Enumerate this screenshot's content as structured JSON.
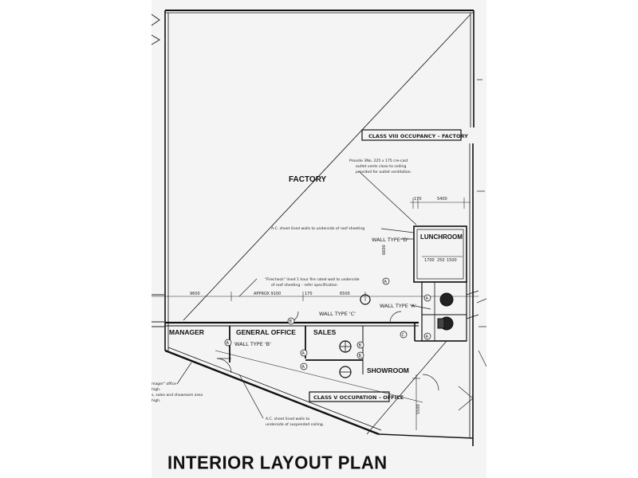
{
  "rooms": {
    "factory": "FACTORY",
    "lunchroom": "LUNCHROOM",
    "manager": "MANAGER",
    "general_office": "GENERAL OFFICE",
    "sales": "SALES",
    "showroom": "SHOWROOM"
  },
  "labels": {
    "class_viii": "CLASS VIII OCCUPANCY – FACTORY",
    "class_v": "CLASS V OCCUPATION – OFFICE",
    "wall_type_d": "WALL TYPE 'D'",
    "wall_type_a": "WALL TYPE 'A'",
    "wall_type_c": "WALL TYPE 'C'",
    "wall_type_b": "WALL TYPE 'B'"
  },
  "notes": {
    "vents_1": "Provide 3No. 225 x 175 cre-cast",
    "vents_2": "outlet vents close to ceiling",
    "vents_3": "provided for outlet ventilation.",
    "ac_sheet": "A.C. sheet lined walls to underside of roof sheeting",
    "firecheck_1": "\"Firecheck\" lined 1 hour fire rated wall to underside",
    "firecheck_2": "of roof sheeting – refer specification",
    "suspended_1": "A.C. sheet lined walls to",
    "suspended_2": "underside of suspended ceiling.",
    "left_1": "mager\" office",
    "left_2": "high.",
    "left_3": "s, sales and showroom area",
    "left_4": "high."
  },
  "dimensions": {
    "d_9600": "9600",
    "d_approx": "APPROX 9100",
    "d_6500": "6500",
    "d_170a": "170",
    "d_5400": "5400",
    "d_170b": "170",
    "d_5500": "5500",
    "d_6600": "6600",
    "d_1700": "1700",
    "d_250": "250",
    "d_1500": "1500"
  },
  "markers": {
    "a": "A",
    "b": "B",
    "c": "C"
  },
  "title": "INTERIOR LAYOUT PLAN"
}
